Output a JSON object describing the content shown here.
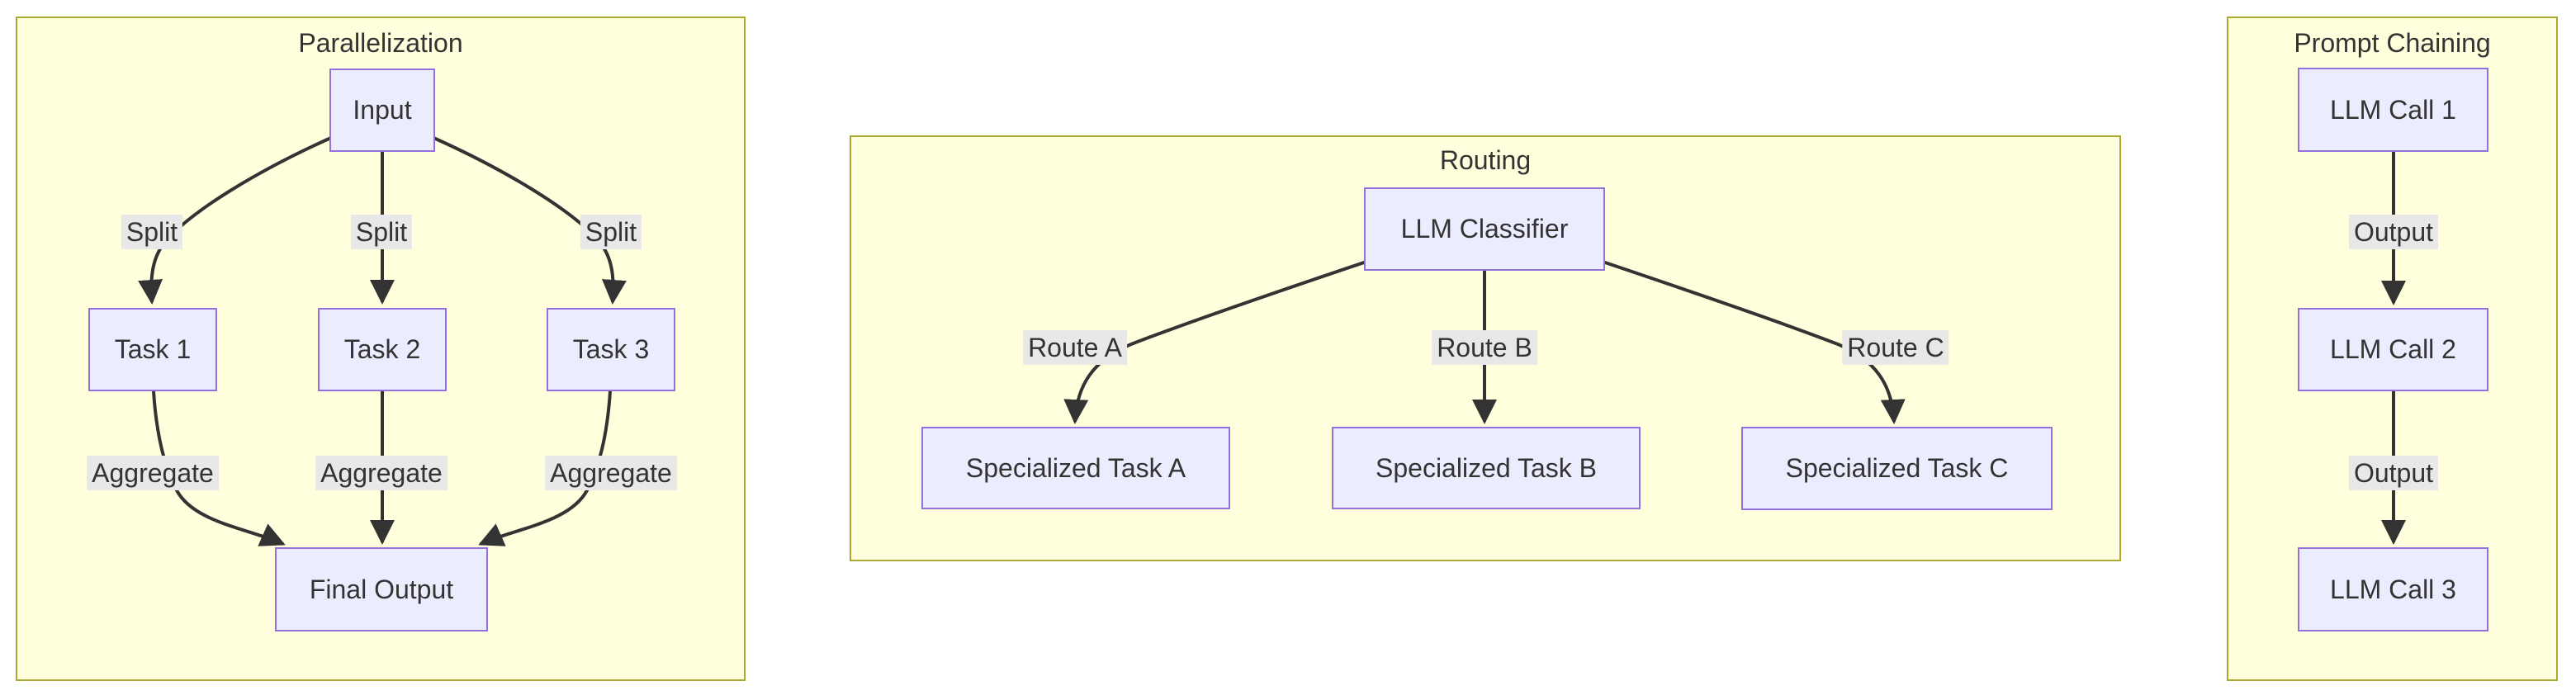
{
  "diagram_type": "flowchart",
  "colors": {
    "canvas_bg": "#ffffff",
    "panel_bg": "#ffffde",
    "panel_border": "#aaaa33",
    "node_bg": "#ececff",
    "node_border": "#9370db",
    "edge_line": "#333333",
    "edge_label_bg": "#e8e8e8",
    "text": "#333333"
  },
  "panels": [
    {
      "title": "Parallelization",
      "nodes": [
        {
          "id": "input",
          "label": "Input"
        },
        {
          "id": "task1",
          "label": "Task 1"
        },
        {
          "id": "task2",
          "label": "Task 2"
        },
        {
          "id": "task3",
          "label": "Task 3"
        },
        {
          "id": "final",
          "label": "Final Output"
        }
      ],
      "edges": [
        {
          "from": "input",
          "to": "task1",
          "label": "Split"
        },
        {
          "from": "input",
          "to": "task2",
          "label": "Split"
        },
        {
          "from": "input",
          "to": "task3",
          "label": "Split"
        },
        {
          "from": "task1",
          "to": "final",
          "label": "Aggregate"
        },
        {
          "from": "task2",
          "to": "final",
          "label": "Aggregate"
        },
        {
          "from": "task3",
          "to": "final",
          "label": "Aggregate"
        }
      ]
    },
    {
      "title": "Routing",
      "nodes": [
        {
          "id": "classifier",
          "label": "LLM Classifier"
        },
        {
          "id": "taskA",
          "label": "Specialized Task A"
        },
        {
          "id": "taskB",
          "label": "Specialized Task B"
        },
        {
          "id": "taskC",
          "label": "Specialized Task C"
        }
      ],
      "edges": [
        {
          "from": "classifier",
          "to": "taskA",
          "label": "Route A"
        },
        {
          "from": "classifier",
          "to": "taskB",
          "label": "Route B"
        },
        {
          "from": "classifier",
          "to": "taskC",
          "label": "Route C"
        }
      ]
    },
    {
      "title": "Prompt Chaining",
      "nodes": [
        {
          "id": "call1",
          "label": "LLM Call 1"
        },
        {
          "id": "call2",
          "label": "LLM Call 2"
        },
        {
          "id": "call3",
          "label": "LLM Call 3"
        }
      ],
      "edges": [
        {
          "from": "call1",
          "to": "call2",
          "label": "Output"
        },
        {
          "from": "call2",
          "to": "call3",
          "label": "Output"
        }
      ]
    }
  ]
}
